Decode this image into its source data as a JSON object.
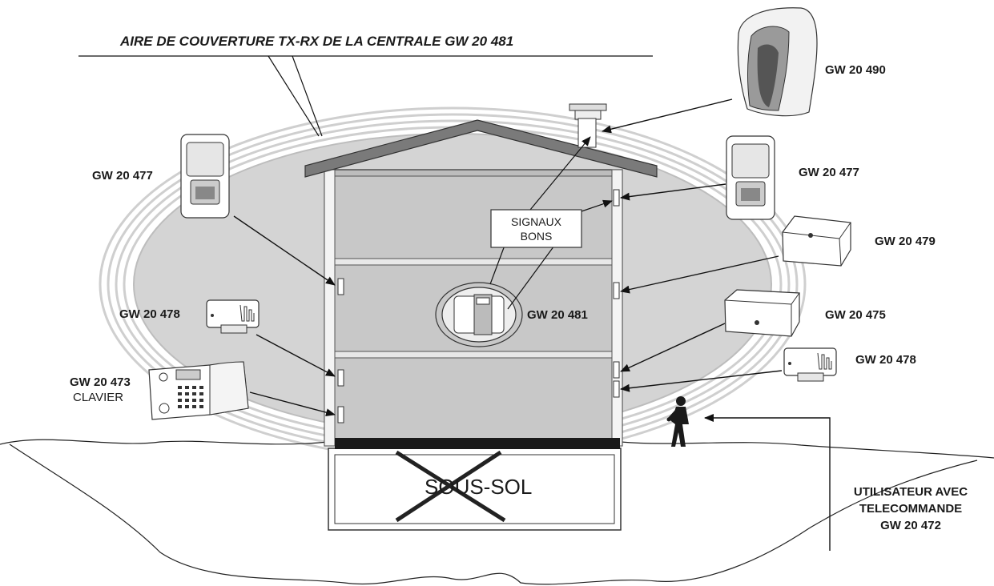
{
  "title": "AIRE DE COUVERTURE TX-RX DE LA CENTRALE GW 20 481",
  "signal_box": {
    "line1": "SIGNAUX",
    "line2": "BONS"
  },
  "central": {
    "code": "GW 20 481"
  },
  "devices": {
    "siren": "GW 20 490",
    "pir_left": "GW 20 477",
    "pir_right": "GW 20 477",
    "contact_478_left": "GW 20 478",
    "contact_478_right": "GW 20 478",
    "contact_479": "GW 20 479",
    "contact_475": "GW 20 475",
    "keypad_code": "GW 20 473",
    "keypad_name": "CLAVIER"
  },
  "basement": "SOUS-SOL",
  "user": {
    "line1": "UTILISATEUR AVEC",
    "line2": "TELECOMMANDE",
    "line3": "GW 20 472"
  },
  "colors": {
    "coverage_fill": "#d4d4d4",
    "roof": "#7a7a7a",
    "house_wall": "#bdbdbd",
    "floor_slab": "#1a1a1a"
  }
}
